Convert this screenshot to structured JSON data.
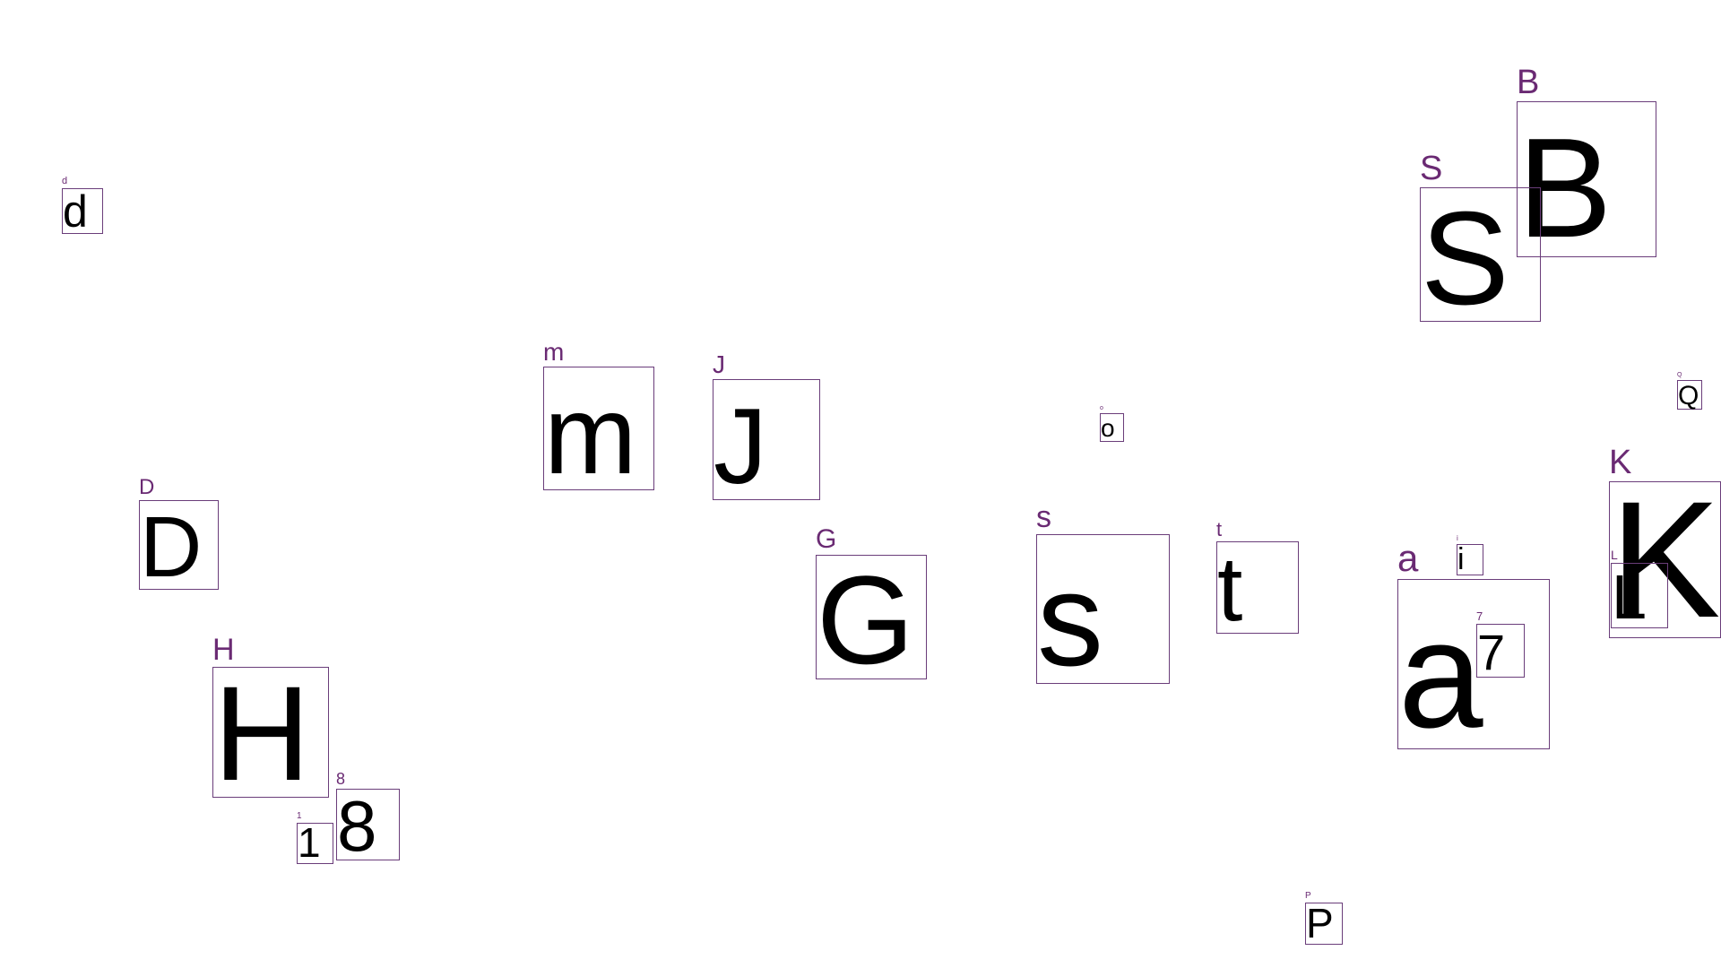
{
  "colors": {
    "background": "#ffffff",
    "box_border": "#6a3d7a",
    "label": "#6a2a73",
    "glyph": "#000000"
  },
  "items": [
    {
      "name": "d",
      "label": "d",
      "glyph": "d"
    },
    {
      "name": "B",
      "label": "B",
      "glyph": "B"
    },
    {
      "name": "S",
      "label": "S",
      "glyph": "S"
    },
    {
      "name": "m",
      "label": "m",
      "glyph": "m"
    },
    {
      "name": "J",
      "label": "J",
      "glyph": "J"
    },
    {
      "name": "o",
      "label": "o",
      "glyph": "o"
    },
    {
      "name": "Q",
      "label": "Q",
      "glyph": "Q"
    },
    {
      "name": "D",
      "label": "D",
      "glyph": "D"
    },
    {
      "name": "K",
      "label": "K",
      "glyph": "K"
    },
    {
      "name": "s",
      "label": "s",
      "glyph": "s"
    },
    {
      "name": "G",
      "label": "G",
      "glyph": "G"
    },
    {
      "name": "t",
      "label": "t",
      "glyph": "t"
    },
    {
      "name": "i",
      "label": "i",
      "glyph": "i"
    },
    {
      "name": "a",
      "label": "a",
      "glyph": "a"
    },
    {
      "name": "L",
      "label": "L",
      "glyph": "L"
    },
    {
      "name": "7",
      "label": "7",
      "glyph": "7"
    },
    {
      "name": "H",
      "label": "H",
      "glyph": "H"
    },
    {
      "name": "8",
      "label": "8",
      "glyph": "8"
    },
    {
      "name": "1",
      "label": "1",
      "glyph": "1"
    },
    {
      "name": "P",
      "label": "P",
      "glyph": "P"
    }
  ]
}
